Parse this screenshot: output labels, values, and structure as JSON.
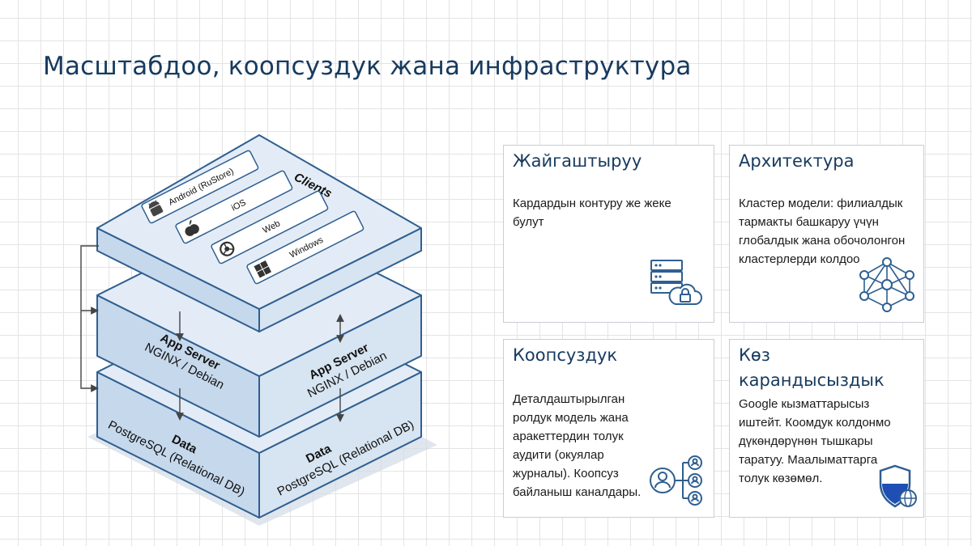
{
  "page": {
    "title": "Масштабдоо, коопсуздук жана инфраструктура"
  },
  "diagram": {
    "clients_label": "Clients",
    "client_items": [
      {
        "label": "Android (RuStore)",
        "icon": "android-icon"
      },
      {
        "label": "iOS",
        "icon": "apple-icon"
      },
      {
        "label": "Web",
        "icon": "chrome-icon"
      },
      {
        "label": "Windows",
        "icon": "windows-icon"
      }
    ],
    "app_server": {
      "name": "App Server",
      "stack": "NGINX / Debian"
    },
    "data_layer": {
      "name": "Data",
      "db": "PostgreSQL (Relational DB)"
    }
  },
  "cards": [
    {
      "title": "Жайгаштыруу",
      "text": "Кардардын контуру же жеке булут",
      "icon": "server-cloud-lock-icon"
    },
    {
      "title": "Архитектура",
      "text": "Кластер модели: филиалдык тармакты башкаруу үчүн глобалдык жана обочолонгон кластерлерди колдоо",
      "icon": "network-cluster-icon"
    },
    {
      "title": "Коопсуздук",
      "text": "Деталдаштырылган ролдук модель жана аракеттердин толук аудити (окуялар журналы). Коопсуз байланыш каналдары.",
      "icon": "user-roles-icon"
    },
    {
      "title": "Көз карандысыздык",
      "text": "Google кызматтарысыз иштейт. Коомдук колдонмо дүкөндөрүнөн тышкары таратуу. Маалыматтарга толук көзөмөл.",
      "icon": "shield-globe-icon"
    }
  ],
  "colors": {
    "title": "#173a5e",
    "layer_top": "#e3ecf6",
    "layer_left": "#c6d8ec",
    "layer_right": "#d7e4f1",
    "stroke": "#2f5f91",
    "icon": "#2f5f91"
  }
}
